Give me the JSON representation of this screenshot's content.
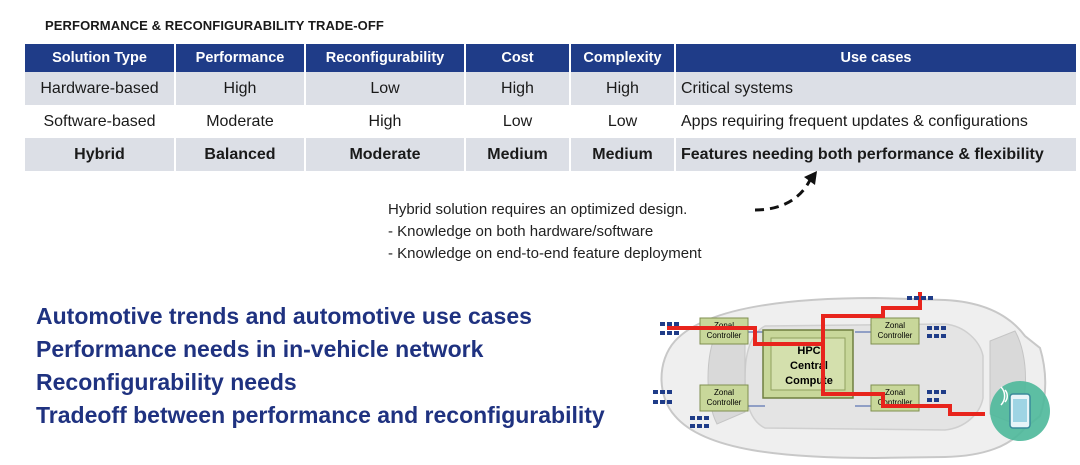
{
  "title": "PERFORMANCE & RECONFIGURABILITY TRADE-OFF",
  "table": {
    "headers": [
      "Solution Type",
      "Performance",
      "Reconfigurability",
      "Cost",
      "Complexity",
      "Use cases"
    ],
    "rows": [
      [
        "Hardware-based",
        "High",
        "Low",
        "High",
        "High",
        "Critical systems"
      ],
      [
        "Software-based",
        "Moderate",
        "High",
        "Low",
        "Low",
        "Apps requiring frequent updates & configurations"
      ],
      [
        "Hybrid",
        "Balanced",
        "Moderate",
        "Medium",
        "Medium",
        "Features needing both performance & flexibility"
      ]
    ]
  },
  "note": {
    "line1": "Hybrid solution requires an optimized design.",
    "line2": "- Knowledge on both hardware/software",
    "line3": "- Knowledge on end-to-end feature deployment"
  },
  "bullets": [
    "Automotive trends and automotive use cases",
    "Performance needs in in-vehicle network",
    "Reconfigurability needs",
    "Tradeoff between performance and reconfigurability"
  ],
  "diagram": {
    "zonal_tl": [
      "Zonal",
      "Controller"
    ],
    "zonal_tr": [
      "Zonal",
      "Controller"
    ],
    "zonal_bl": [
      "Zonal",
      "Controller"
    ],
    "zonal_br": [
      "Zonal",
      "Controller"
    ],
    "hpc": [
      "HPC",
      "Central",
      "Compute"
    ]
  },
  "colors": {
    "header_bg": "#1f3c88",
    "row_shade": "#dcdfe6",
    "bullet_text": "#1f3280",
    "link_red": "#e8241c",
    "controller_green": "#c8d79a",
    "phone_bubble": "#4db89a"
  }
}
